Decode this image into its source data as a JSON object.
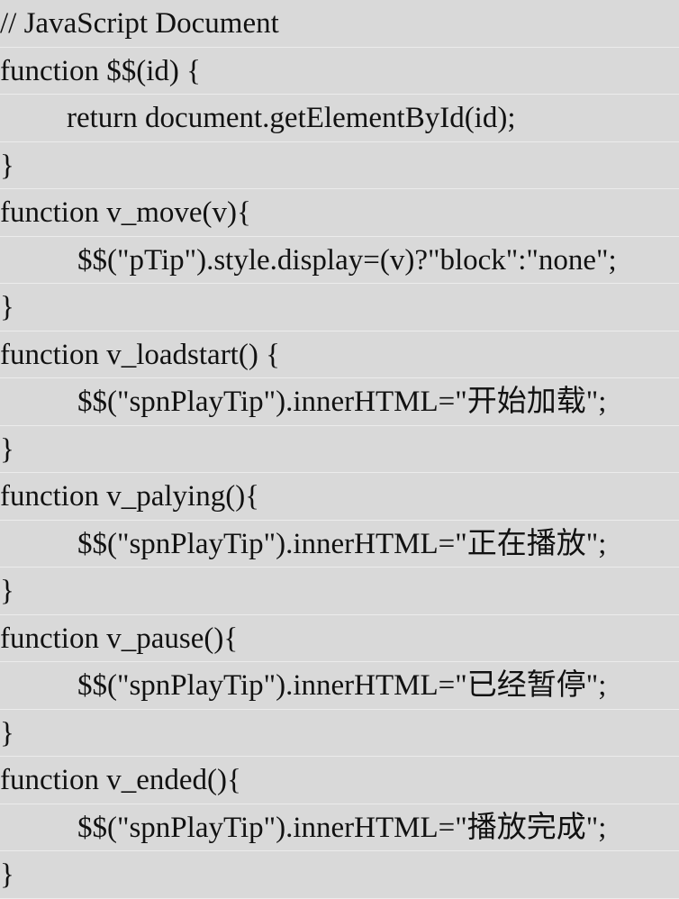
{
  "document": {
    "lines": [
      "// JavaScript Document",
      "function $$(id) {",
      "return document.getElementById(id);",
      "}",
      "function v_move(v){",
      "$$(\"pTip\").style.display=(v)?\"block\":\"none\";",
      "}",
      "function v_loadstart() {",
      "$$(\"spnPlayTip\").innerHTML=\"开始加载\";",
      "}",
      "function v_palying(){",
      "$$(\"spnPlayTip\").innerHTML=\"正在播放\";",
      "}",
      "function v_pause(){",
      "$$(\"spnPlayTip\").innerHTML=\"已经暂停\";",
      "}",
      "function v_ended(){",
      "$$(\"spnPlayTip\").innerHTML=\"播放完成\";",
      "}"
    ]
  }
}
